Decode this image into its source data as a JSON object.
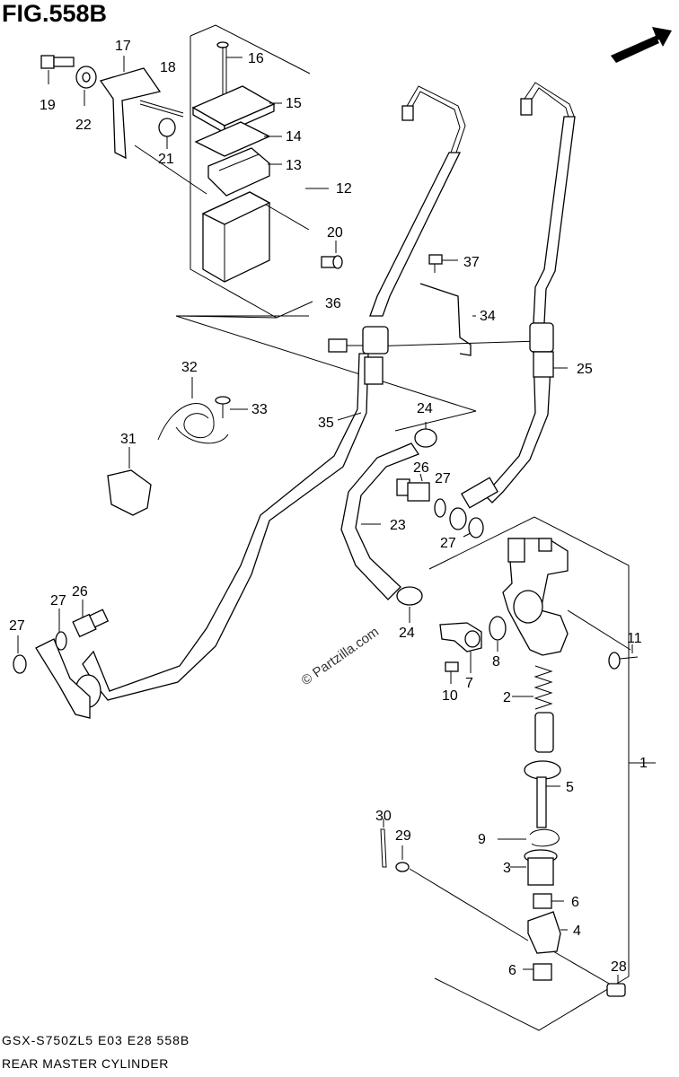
{
  "figure_title": "FIG.558B",
  "direction_label": "FWD",
  "watermark": "© Partzilla.com",
  "footer": {
    "model_code": "GSX-S750ZL5  E03  E28  558B",
    "section_name": "REAR MASTER CYLINDER"
  },
  "callouts": [
    "1",
    "2",
    "3",
    "4",
    "5",
    "6",
    "6",
    "7",
    "8",
    "9",
    "10",
    "11",
    "12",
    "13",
    "14",
    "15",
    "16",
    "17",
    "18",
    "19",
    "20",
    "21",
    "22",
    "23",
    "24",
    "24",
    "25",
    "26",
    "26",
    "27",
    "27",
    "27",
    "27",
    "28",
    "29",
    "30",
    "31",
    "32",
    "33",
    "34",
    "35",
    "36",
    "37"
  ]
}
